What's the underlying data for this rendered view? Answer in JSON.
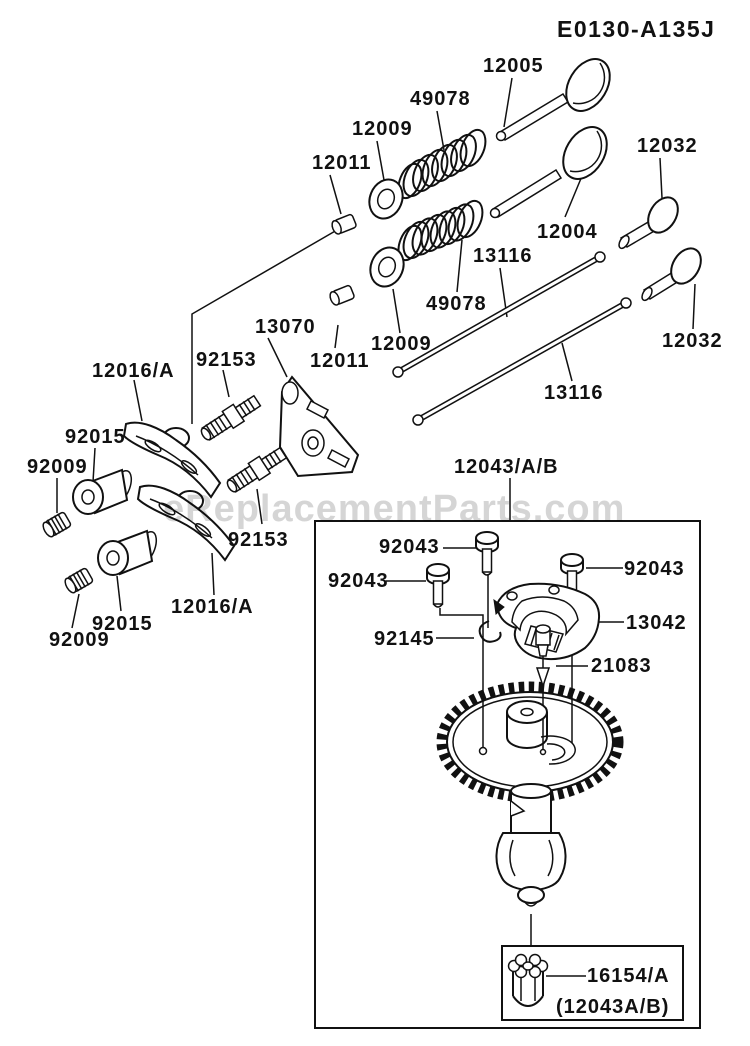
{
  "page": {
    "code": "E0130-A135J",
    "watermark": "eReplacementParts.com"
  },
  "labels": [
    {
      "text": "12005"
    },
    {
      "text": "49078"
    },
    {
      "text": "12009"
    },
    {
      "text": "12011"
    },
    {
      "text": "12032"
    },
    {
      "text": "12004"
    },
    {
      "text": "13116"
    },
    {
      "text": "49078"
    },
    {
      "text": "12009"
    },
    {
      "text": "12011"
    },
    {
      "text": "13070"
    },
    {
      "text": "12032"
    },
    {
      "text": "13116"
    },
    {
      "text": "12016/A"
    },
    {
      "text": "92153"
    },
    {
      "text": "92015"
    },
    {
      "text": "92009"
    },
    {
      "text": "92153"
    },
    {
      "text": "12016/A"
    },
    {
      "text": "92015"
    },
    {
      "text": "92009"
    },
    {
      "text": "12043/A/B"
    },
    {
      "text": "92043"
    },
    {
      "text": "92043"
    },
    {
      "text": "92043"
    },
    {
      "text": "13042"
    },
    {
      "text": "92145"
    },
    {
      "text": "21083"
    },
    {
      "text": "16154/A"
    },
    {
      "text": "(12043A/B)"
    }
  ]
}
